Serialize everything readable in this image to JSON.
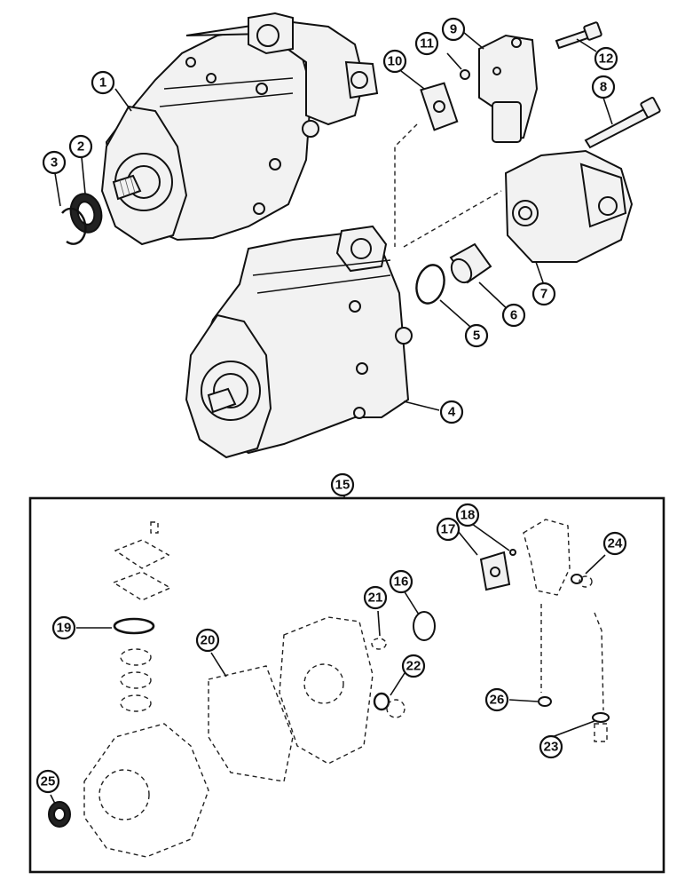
{
  "figure": {
    "callouts": [
      "1",
      "2",
      "3",
      "4",
      "5",
      "6",
      "7",
      "8",
      "9",
      "10",
      "11",
      "12",
      "15",
      "16",
      "17",
      "18",
      "19",
      "20",
      "21",
      "22",
      "23",
      "24",
      "25",
      "26"
    ]
  },
  "colors": {
    "line": "#111111",
    "fill": "#f2f2f2",
    "background": "#ffffff"
  }
}
